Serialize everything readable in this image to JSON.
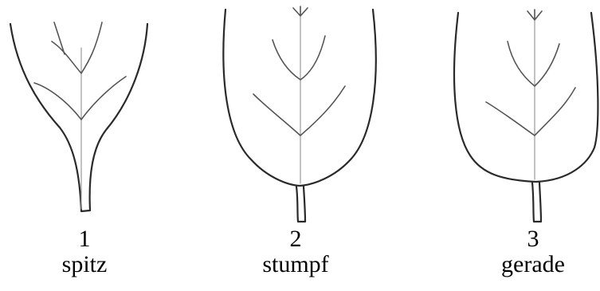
{
  "leaves": [
    {
      "number": "1",
      "label": "spitz"
    },
    {
      "number": "2",
      "label": "stumpf"
    },
    {
      "number": "3",
      "label": "gerade"
    }
  ],
  "colors": {
    "outline": "#2a2a2a",
    "vein": "#555555",
    "midrib": "#9a9a9a",
    "background": "#ffffff"
  }
}
